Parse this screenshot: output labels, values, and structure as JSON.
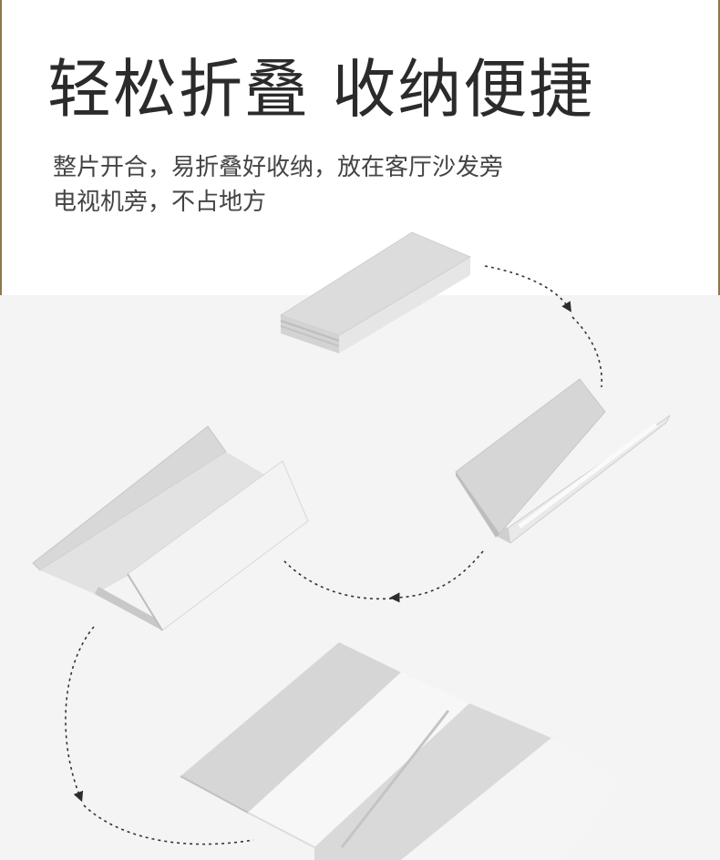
{
  "headline": "轻松折叠 收纳便捷",
  "description": {
    "line1": "整片开合，易折叠好收纳，放在客厅沙发旁",
    "line2": "电视机旁，不占地方"
  }
}
